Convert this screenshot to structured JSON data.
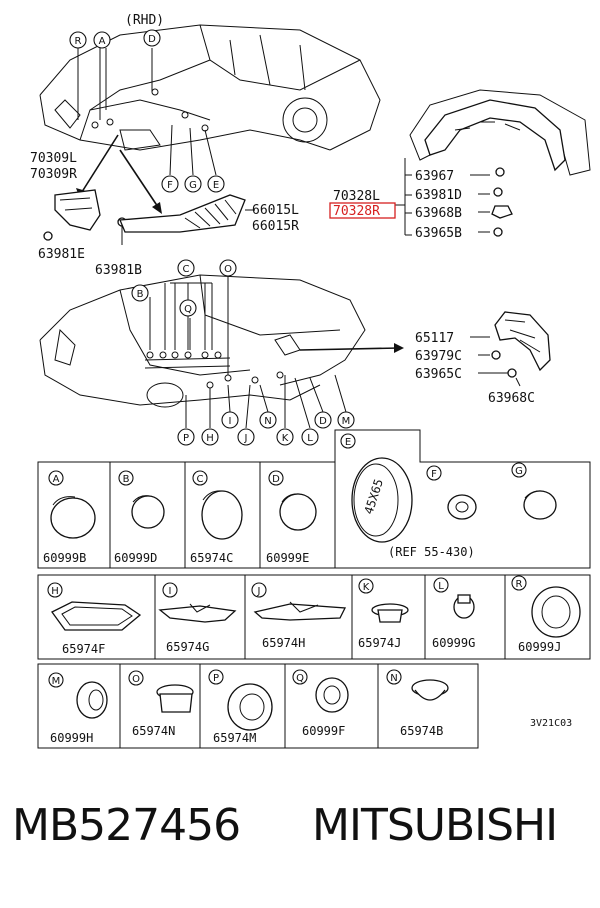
{
  "header": {
    "rhd": "(RHD)"
  },
  "callouts": {
    "top_left": [
      "R",
      "A",
      "D",
      "F",
      "G",
      "E"
    ],
    "mid": [
      "C",
      "O",
      "B",
      "Q",
      "P",
      "H",
      "I",
      "J",
      "K",
      "L",
      "N",
      "D",
      "M",
      "E"
    ]
  },
  "labels": {
    "l70309L": "70309L",
    "l70309R": "70309R",
    "l63981E": "63981E",
    "l63981B": "63981B",
    "l66015L": "66015L",
    "l66015R": "66015R",
    "l70328L": "70328L",
    "l70328R": "70328R",
    "l63967": "63967",
    "l63981D": "63981D",
    "l63968B": "63968B",
    "l63965B": "63965B",
    "l65117": "65117",
    "l63979C": "63979C",
    "l63965C": "63965C",
    "l63968C": "63968C"
  },
  "highlight_color": "#d62020",
  "parts": [
    {
      "letter": "A",
      "number": "60999B"
    },
    {
      "letter": "B",
      "number": "60999D"
    },
    {
      "letter": "C",
      "number": "65974C"
    },
    {
      "letter": "D",
      "number": "60999E"
    },
    {
      "letter": "E",
      "number": "",
      "note": "(REF 55-430)",
      "plug_text": "45X65"
    },
    {
      "letter": "F",
      "number": ""
    },
    {
      "letter": "G",
      "number": ""
    },
    {
      "letter": "H",
      "number": "65974F"
    },
    {
      "letter": "I",
      "number": "65974G"
    },
    {
      "letter": "J",
      "number": "65974H"
    },
    {
      "letter": "K",
      "number": "65974J"
    },
    {
      "letter": "L",
      "number": "60999G"
    },
    {
      "letter": "R",
      "number": "60999J"
    },
    {
      "letter": "M",
      "number": "60999H"
    },
    {
      "letter": "O",
      "number": "65974N"
    },
    {
      "letter": "P",
      "number": "65974M"
    },
    {
      "letter": "Q",
      "number": "60999F"
    },
    {
      "letter": "N",
      "number": "65974B"
    }
  ],
  "diagram_code": "3V21C03",
  "footer": {
    "part_number": "MB527456",
    "brand": "MITSUBISHI"
  }
}
